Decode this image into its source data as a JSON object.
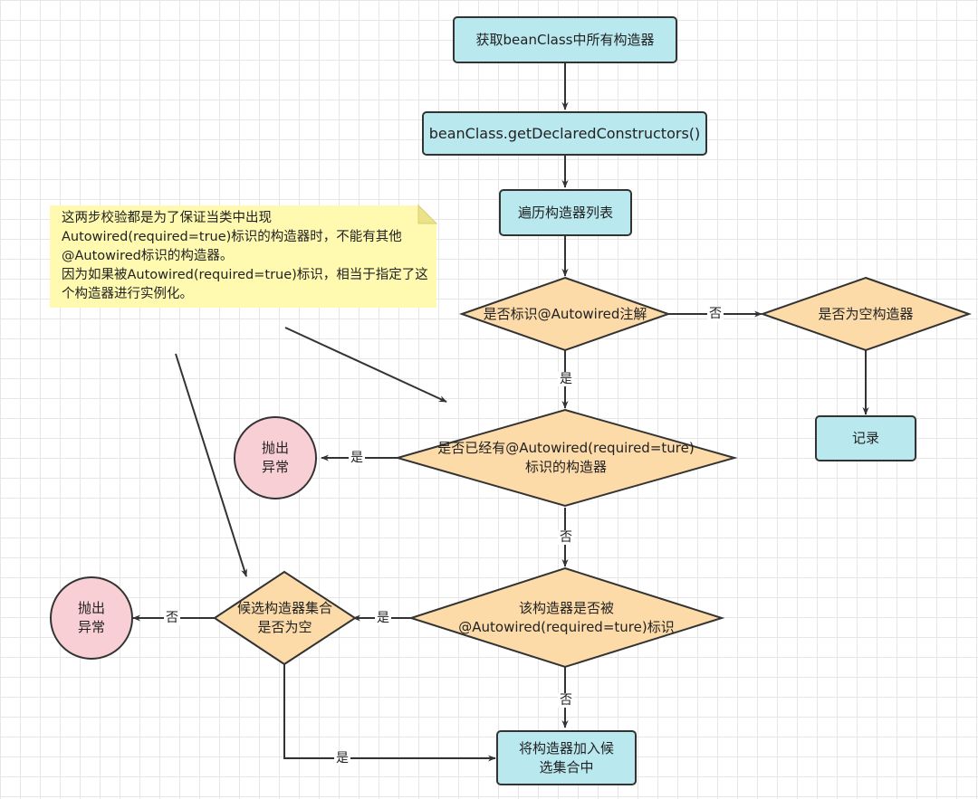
{
  "colors": {
    "process_fill": "#b9e8ef",
    "decision_fill": "#fcdba9",
    "terminal_fill": "#f8cfd4",
    "note_fill": "#fffab0",
    "stroke": "#333333"
  },
  "nodes": {
    "get_constructors": "获取beanClass中所有构造器",
    "get_declared": "beanClass.getDeclaredConstructors()",
    "iterate": "遍历构造器列表",
    "is_annotated": "是否标识@Autowired注解",
    "is_empty_ctor": "是否为空构造器",
    "record": "记录",
    "has_required": "是否已经有@Autowired(required=ture)\n标识的构造器",
    "throw_1": "抛出\n异常",
    "is_required_marked": "该构造器是否被\n@Autowired(required=ture)标识",
    "candidates_empty": "候选构造器集合\n是否为空",
    "throw_2": "抛出\n异常",
    "add_candidate": "将构造器加入候\n选集合中"
  },
  "edges": {
    "annotated_no": "否",
    "annotated_yes": "是",
    "has_required_yes": "是",
    "has_required_no": "否",
    "required_marked_yes": "是",
    "required_marked_no": "否",
    "candidates_no": "否",
    "candidates_yes": "是"
  },
  "note": {
    "text": "这两步校验都是为了保证当类中出现\nAutowired(required=true)标识的构造器时，不能有其他@Autowired标识的构造器。\n因为如果被Autowired(required=true)标识，相当于指定了这个构造器进行实例化。"
  }
}
